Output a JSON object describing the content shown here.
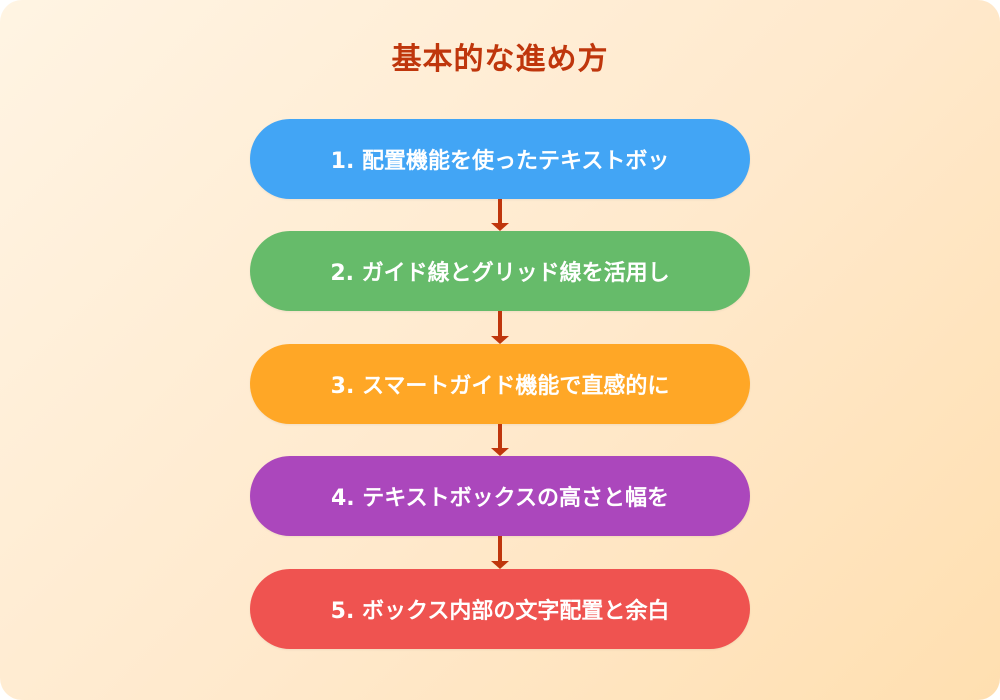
{
  "diagram": {
    "title": "基本的な進め方",
    "colors": {
      "background_start": "#FFF4E3",
      "background_end": "#FFDFB0",
      "title": "#BF360C",
      "arrow": "#BF360C",
      "text": "#FFFFFF"
    },
    "steps": [
      {
        "label": "1. 配置機能を使ったテキストボッ",
        "color": "#42A5F5"
      },
      {
        "label": "2. ガイド線とグリッド線を活用し",
        "color": "#66BB6A"
      },
      {
        "label": "3. スマートガイド機能で直感的に",
        "color": "#FFA726"
      },
      {
        "label": "4. テキストボックスの高さと幅を",
        "color": "#AB47BC"
      },
      {
        "label": "5. ボックス内部の文字配置と余白",
        "color": "#EF5350"
      }
    ],
    "arrows": [
      {
        "from": 1,
        "to": 2,
        "icon": "arrow-down-icon"
      },
      {
        "from": 2,
        "to": 3,
        "icon": "arrow-down-icon"
      },
      {
        "from": 3,
        "to": 4,
        "icon": "arrow-down-icon"
      },
      {
        "from": 4,
        "to": 5,
        "icon": "arrow-down-icon"
      }
    ]
  }
}
